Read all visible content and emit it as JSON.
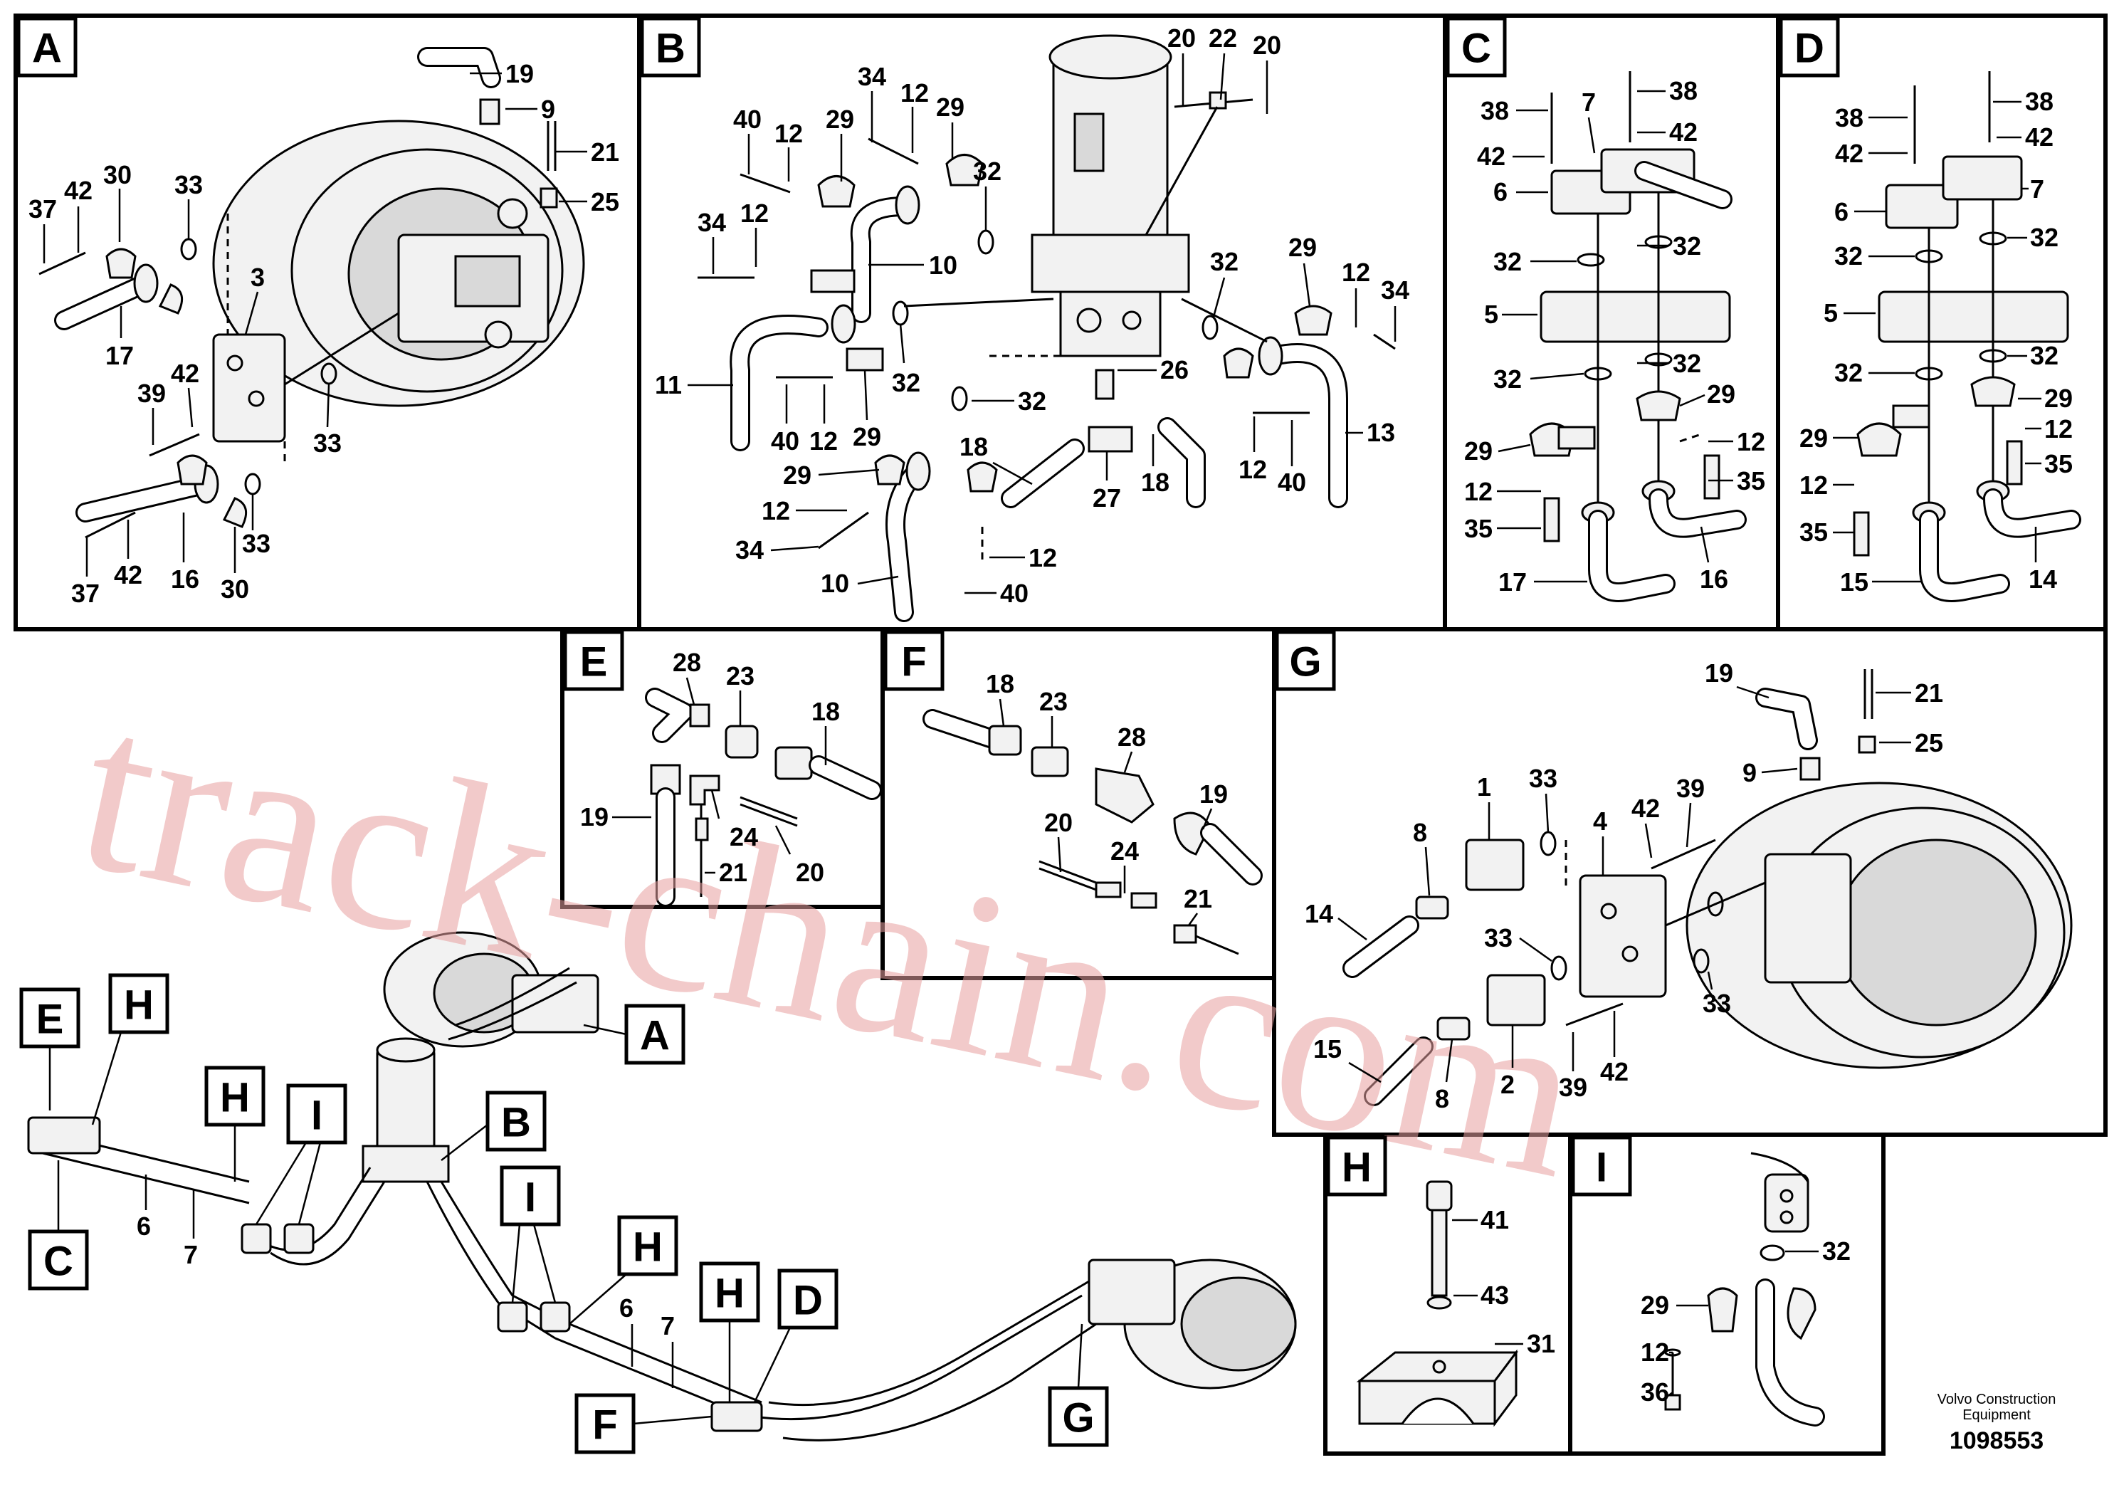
{
  "panels": {
    "A": {
      "label": "A",
      "callouts": [
        "19",
        "9",
        "21",
        "25",
        "37",
        "42",
        "30",
        "33",
        "3",
        "17",
        "42",
        "39",
        "33",
        "37",
        "42",
        "16",
        "33",
        "30"
      ]
    },
    "B": {
      "label": "B",
      "callouts": [
        "20",
        "22",
        "20",
        "34",
        "12",
        "29",
        "40",
        "12",
        "29",
        "32",
        "34",
        "12",
        "10",
        "32",
        "29",
        "12",
        "34",
        "11",
        "32",
        "26",
        "32",
        "40",
        "12",
        "29",
        "18",
        "13",
        "29",
        "27",
        "18",
        "12",
        "40",
        "12",
        "34",
        "12",
        "10",
        "40"
      ]
    },
    "C": {
      "label": "C",
      "callouts": [
        "38",
        "7",
        "38",
        "42",
        "42",
        "6",
        "32",
        "32",
        "5",
        "32",
        "32",
        "29",
        "29",
        "12",
        "12",
        "35",
        "35",
        "17",
        "16"
      ]
    },
    "D": {
      "label": "D",
      "callouts": [
        "38",
        "38",
        "42",
        "42",
        "7",
        "6",
        "32",
        "32",
        "5",
        "32",
        "32",
        "29",
        "29",
        "12",
        "12",
        "35",
        "35",
        "15",
        "14"
      ]
    },
    "E": {
      "label": "E",
      "callouts": [
        "28",
        "23",
        "18",
        "19",
        "24",
        "21",
        "20"
      ]
    },
    "F": {
      "label": "F",
      "callouts": [
        "18",
        "23",
        "28",
        "19",
        "20",
        "24",
        "21"
      ]
    },
    "G": {
      "label": "G",
      "callouts": [
        "19",
        "21",
        "25",
        "9",
        "1",
        "33",
        "4",
        "42",
        "39",
        "8",
        "14",
        "33",
        "33",
        "15",
        "8",
        "2",
        "39",
        "42"
      ]
    },
    "H": {
      "label": "H",
      "callouts": [
        "41",
        "43",
        "31"
      ]
    },
    "I": {
      "label": "I",
      "callouts": [
        "32",
        "29",
        "12",
        "36"
      ]
    }
  },
  "overview": {
    "tags": [
      "E",
      "H",
      "C",
      "H",
      "I",
      "A",
      "B",
      "H",
      "I",
      "H",
      "D",
      "F",
      "G"
    ],
    "callouts": [
      "6",
      "7",
      "6",
      "7"
    ]
  },
  "watermark": "track-chain.com",
  "footer": {
    "company_line1": "Volvo Construction",
    "company_line2": "Equipment",
    "drawing_number": "1098553"
  },
  "colors": {
    "line": "#000000",
    "background": "#ffffff",
    "watermark": "#e8a0a0"
  }
}
